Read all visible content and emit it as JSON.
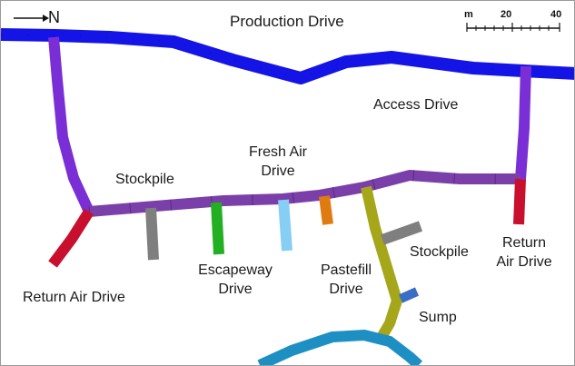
{
  "compass": {
    "label": "N",
    "icon": "north-arrow-icon"
  },
  "scale_bar": {
    "unit": "m",
    "ticks": [
      "20",
      "40"
    ]
  },
  "labels": {
    "production_drive": "Production Drive",
    "access_drive": "Access Drive",
    "fresh_air_drive": [
      "Fresh Air",
      "Drive"
    ],
    "stockpile_left": "Stockpile",
    "stockpile_right": "Stockpile",
    "return_air_drive_left": "Return Air Drive",
    "return_air_drive_right": [
      "Return",
      "Air Drive"
    ],
    "escapeway_drive": [
      "Escapeway",
      "Drive"
    ],
    "pastefill_drive": [
      "Pastefill",
      "Drive"
    ],
    "sump": "Sump"
  },
  "colors": {
    "production_drive": "#1414e6",
    "access_drive": "#7a2fd6",
    "fresh_air_drive": "#7a3fa8",
    "return_air_drive": "#c8102e",
    "stockpile": "#7f7f7f",
    "escapeway_drive": "#22b022",
    "light_blue_drive": "#87cef5",
    "orange_drive": "#e07b12",
    "pastefill_drive": "#a6a61a",
    "sump": "#3a6ec4",
    "decline": "#1e8fc2"
  }
}
